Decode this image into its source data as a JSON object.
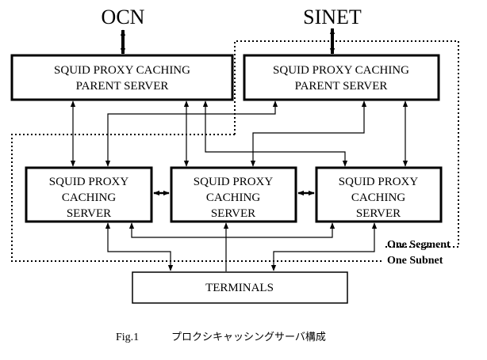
{
  "networks": {
    "left": "OCN",
    "right": "SINET"
  },
  "parents": [
    {
      "line1": "SQUID PROXY CACHING",
      "line2": "PARENT SERVER"
    },
    {
      "line1": "SQUID PROXY CACHING",
      "line2": "PARENT SERVER"
    }
  ],
  "children": [
    {
      "line1": "SQUID PROXY",
      "line2": "CACHING",
      "line3": "SERVER"
    },
    {
      "line1": "SQUID PROXY",
      "line2": "CACHING",
      "line3": "SERVER"
    },
    {
      "line1": "SQUID PROXY",
      "line2": "CACHING",
      "line3": "SERVER"
    }
  ],
  "terminals": "TERMINALS",
  "boundaries": {
    "segment": "One Segment",
    "subnet": "One Subnet"
  },
  "caption": {
    "figure": "Fig.1",
    "title": "プロクシキャッシングサーバ構成"
  }
}
